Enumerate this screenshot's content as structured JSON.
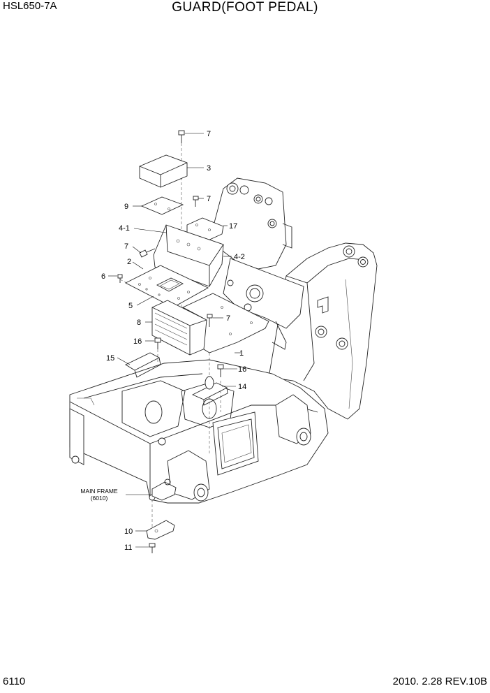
{
  "header": {
    "model": "HSL650-7A",
    "title": "GUARD(FOOT PEDAL)"
  },
  "footer": {
    "page_number": "6110",
    "date_revision": "2010. 2.28  REV.10B"
  },
  "callouts": {
    "c7a": "7",
    "c3": "3",
    "c7b": "7",
    "c9": "9",
    "c17": "17",
    "c4_1": "4-1",
    "c7c": "7",
    "c4_2": "4-2",
    "c2": "2",
    "c6": "6",
    "c5": "5",
    "c7d": "7",
    "c8": "8",
    "c16a": "16",
    "c1": "1",
    "c15": "15",
    "c16b": "16",
    "c14": "14",
    "c10": "10",
    "c11": "11"
  },
  "main_frame_note": {
    "line1": "MAIN FRAME",
    "line2": "(6010)"
  }
}
